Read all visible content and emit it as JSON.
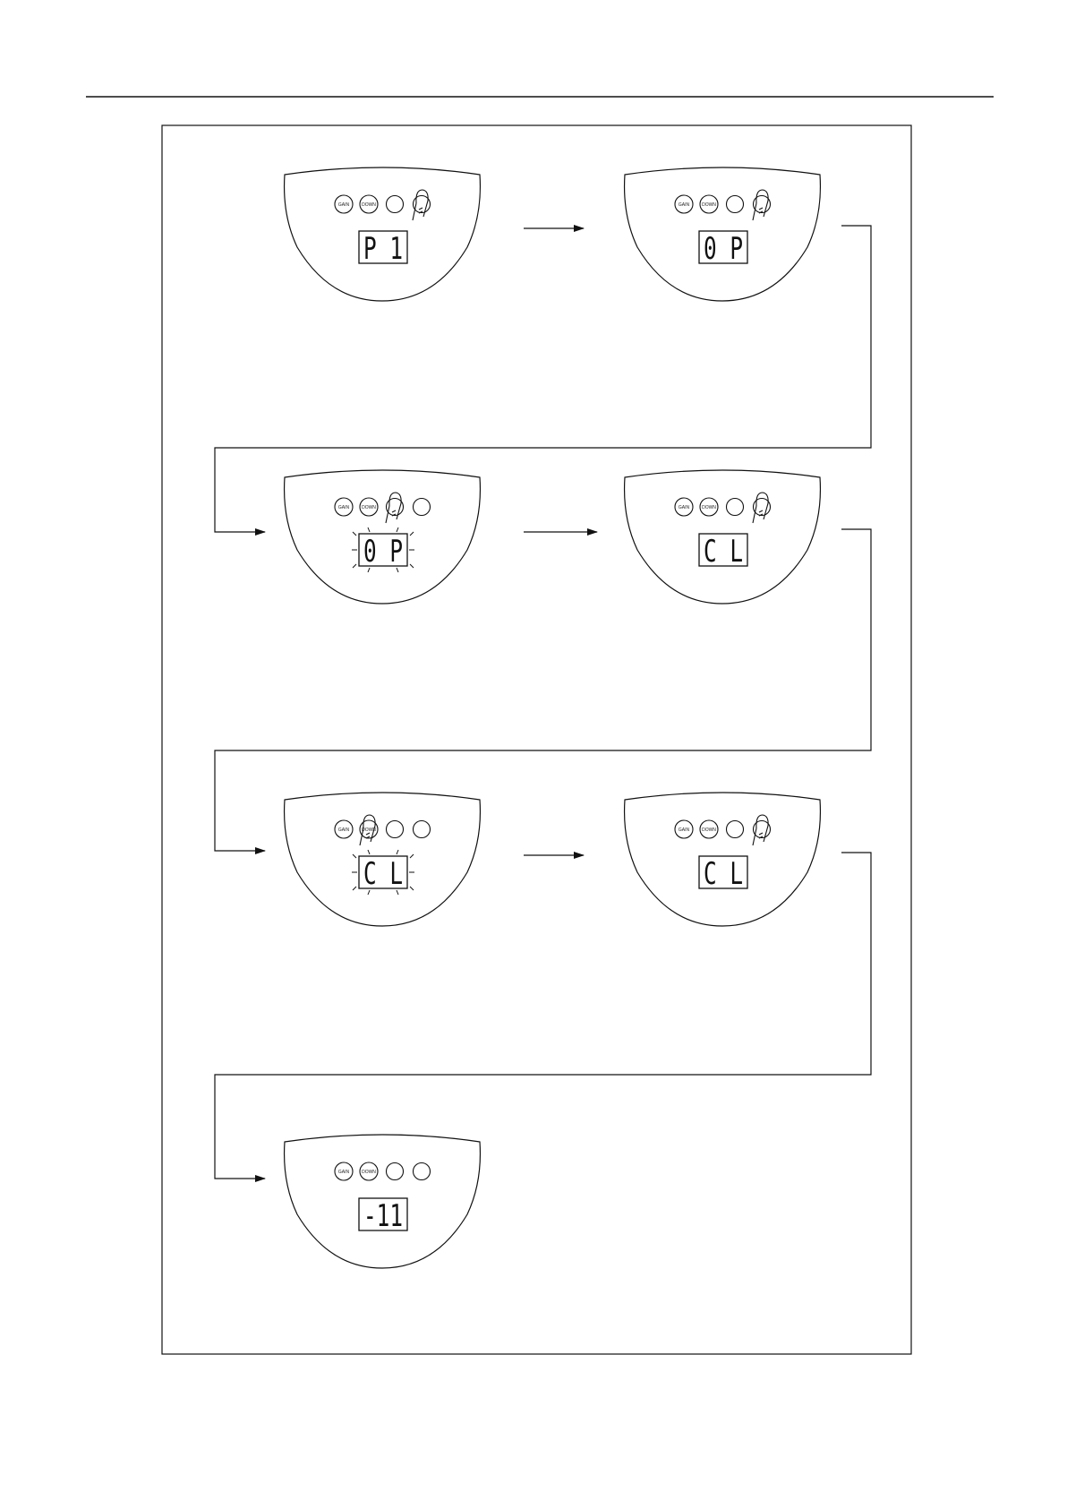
{
  "panel_button_labels": [
    "GAIN",
    "DOWN"
  ],
  "steps": [
    {
      "display": "P 1",
      "pressed_button": 4,
      "blinking": false
    },
    {
      "display": "0 P",
      "pressed_button": 4,
      "blinking": false
    },
    {
      "display": "0 P",
      "pressed_button": 3,
      "blinking": true
    },
    {
      "display": "C L",
      "pressed_button": 4,
      "blinking": false
    },
    {
      "display": "C L",
      "pressed_button": 2,
      "blinking": true
    },
    {
      "display": "C L",
      "pressed_button": 4,
      "blinking": false
    },
    {
      "display": "-11",
      "pressed_button": 0,
      "blinking": false
    }
  ]
}
